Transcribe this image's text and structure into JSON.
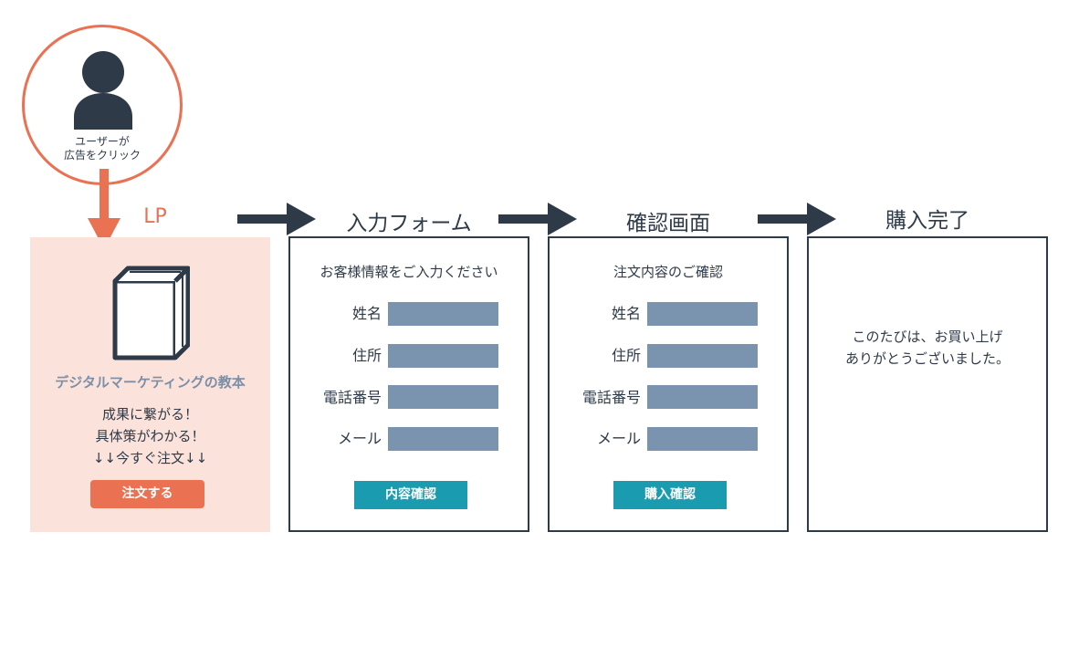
{
  "user": {
    "caption_line1": "ユーザーが",
    "caption_line2": "広告をクリック"
  },
  "lp": {
    "label": "LP",
    "book_title": "デジタルマーケティングの教本",
    "copy_line1": "成果に繋がる！",
    "copy_line2": "具体策がわかる！",
    "copy_line3": "↓↓今すぐ注文↓↓",
    "order_button": "注文する"
  },
  "steps": {
    "input_form": "入力フォーム",
    "confirm": "確認画面",
    "complete": "購入完了"
  },
  "input_panel": {
    "heading": "お客様情報をご入力ください",
    "fields": [
      "姓名",
      "住所",
      "電話番号",
      "メール"
    ],
    "button": "内容確認"
  },
  "confirm_panel": {
    "heading": "注文内容のご確認",
    "fields": [
      "姓名",
      "住所",
      "電話番号",
      "メール"
    ],
    "button": "購入確認"
  },
  "complete_panel": {
    "line1": "このたびは、お買い上げ",
    "line2": "ありがとうございました。"
  },
  "colors": {
    "accent": "#ea7152",
    "lp_background": "#fbe3dc",
    "dark": "#2e3a48",
    "field": "#7a93ae",
    "button": "#1a9bb0",
    "book_title": "#7b8fa8"
  },
  "icons": [
    "user-icon",
    "down-arrow-icon",
    "right-arrow-icon",
    "book-icon"
  ]
}
